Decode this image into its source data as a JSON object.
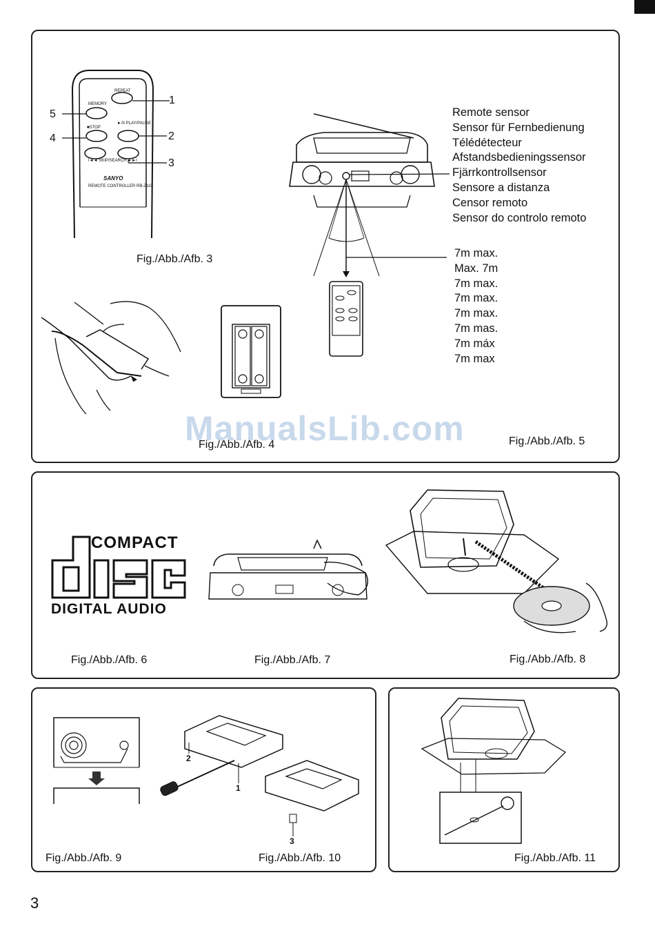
{
  "remote": {
    "buttons": {
      "repeat": "REPEAT",
      "memory": "MEMORY",
      "stop": "■STOP",
      "play_pause": "►/II PLAY/PAUSE",
      "skip_search": "I◄◄ SKIP/SEARCH ►►I"
    },
    "brand": "SANYO",
    "model": "REMOTE CONTROLLER RB-Z110",
    "callouts": [
      "1",
      "2",
      "3",
      "4",
      "5"
    ]
  },
  "figures": {
    "fig3": "Fig./Abb./Afb. 3",
    "fig4": "Fig./Abb./Afb. 4",
    "fig5": "Fig./Abb./Afb. 5",
    "fig6": "Fig./Abb./Afb. 6",
    "fig7": "Fig./Abb./Afb. 7",
    "fig8": "Fig./Abb./Afb. 8",
    "fig9": "Fig./Abb./Afb. 9",
    "fig10": "Fig./Abb./Afb. 10",
    "fig11": "Fig./Abb./Afb. 11"
  },
  "sensor_labels": [
    "Remote sensor",
    "Sensor für Fernbedienung",
    "Télédétecteur",
    "Afstandsbedieningssensor",
    "Fjärrkontrollsensor",
    "Sensore a distanza",
    "Censor remoto",
    "Sensor do controlo remoto"
  ],
  "distance_labels": [
    "7m max.",
    "Max. 7m",
    "7m max.",
    "7m max.",
    "7m max.",
    "7m mas.",
    "7m máx",
    "7m max"
  ],
  "compact_disc_logo": {
    "top": "COMPACT",
    "middle": "disc",
    "bottom": "DIGITAL AUDIO"
  },
  "cassette_callouts": [
    "1",
    "2",
    "3"
  ],
  "watermark": "ManualsLib.com",
  "page_number": "3"
}
